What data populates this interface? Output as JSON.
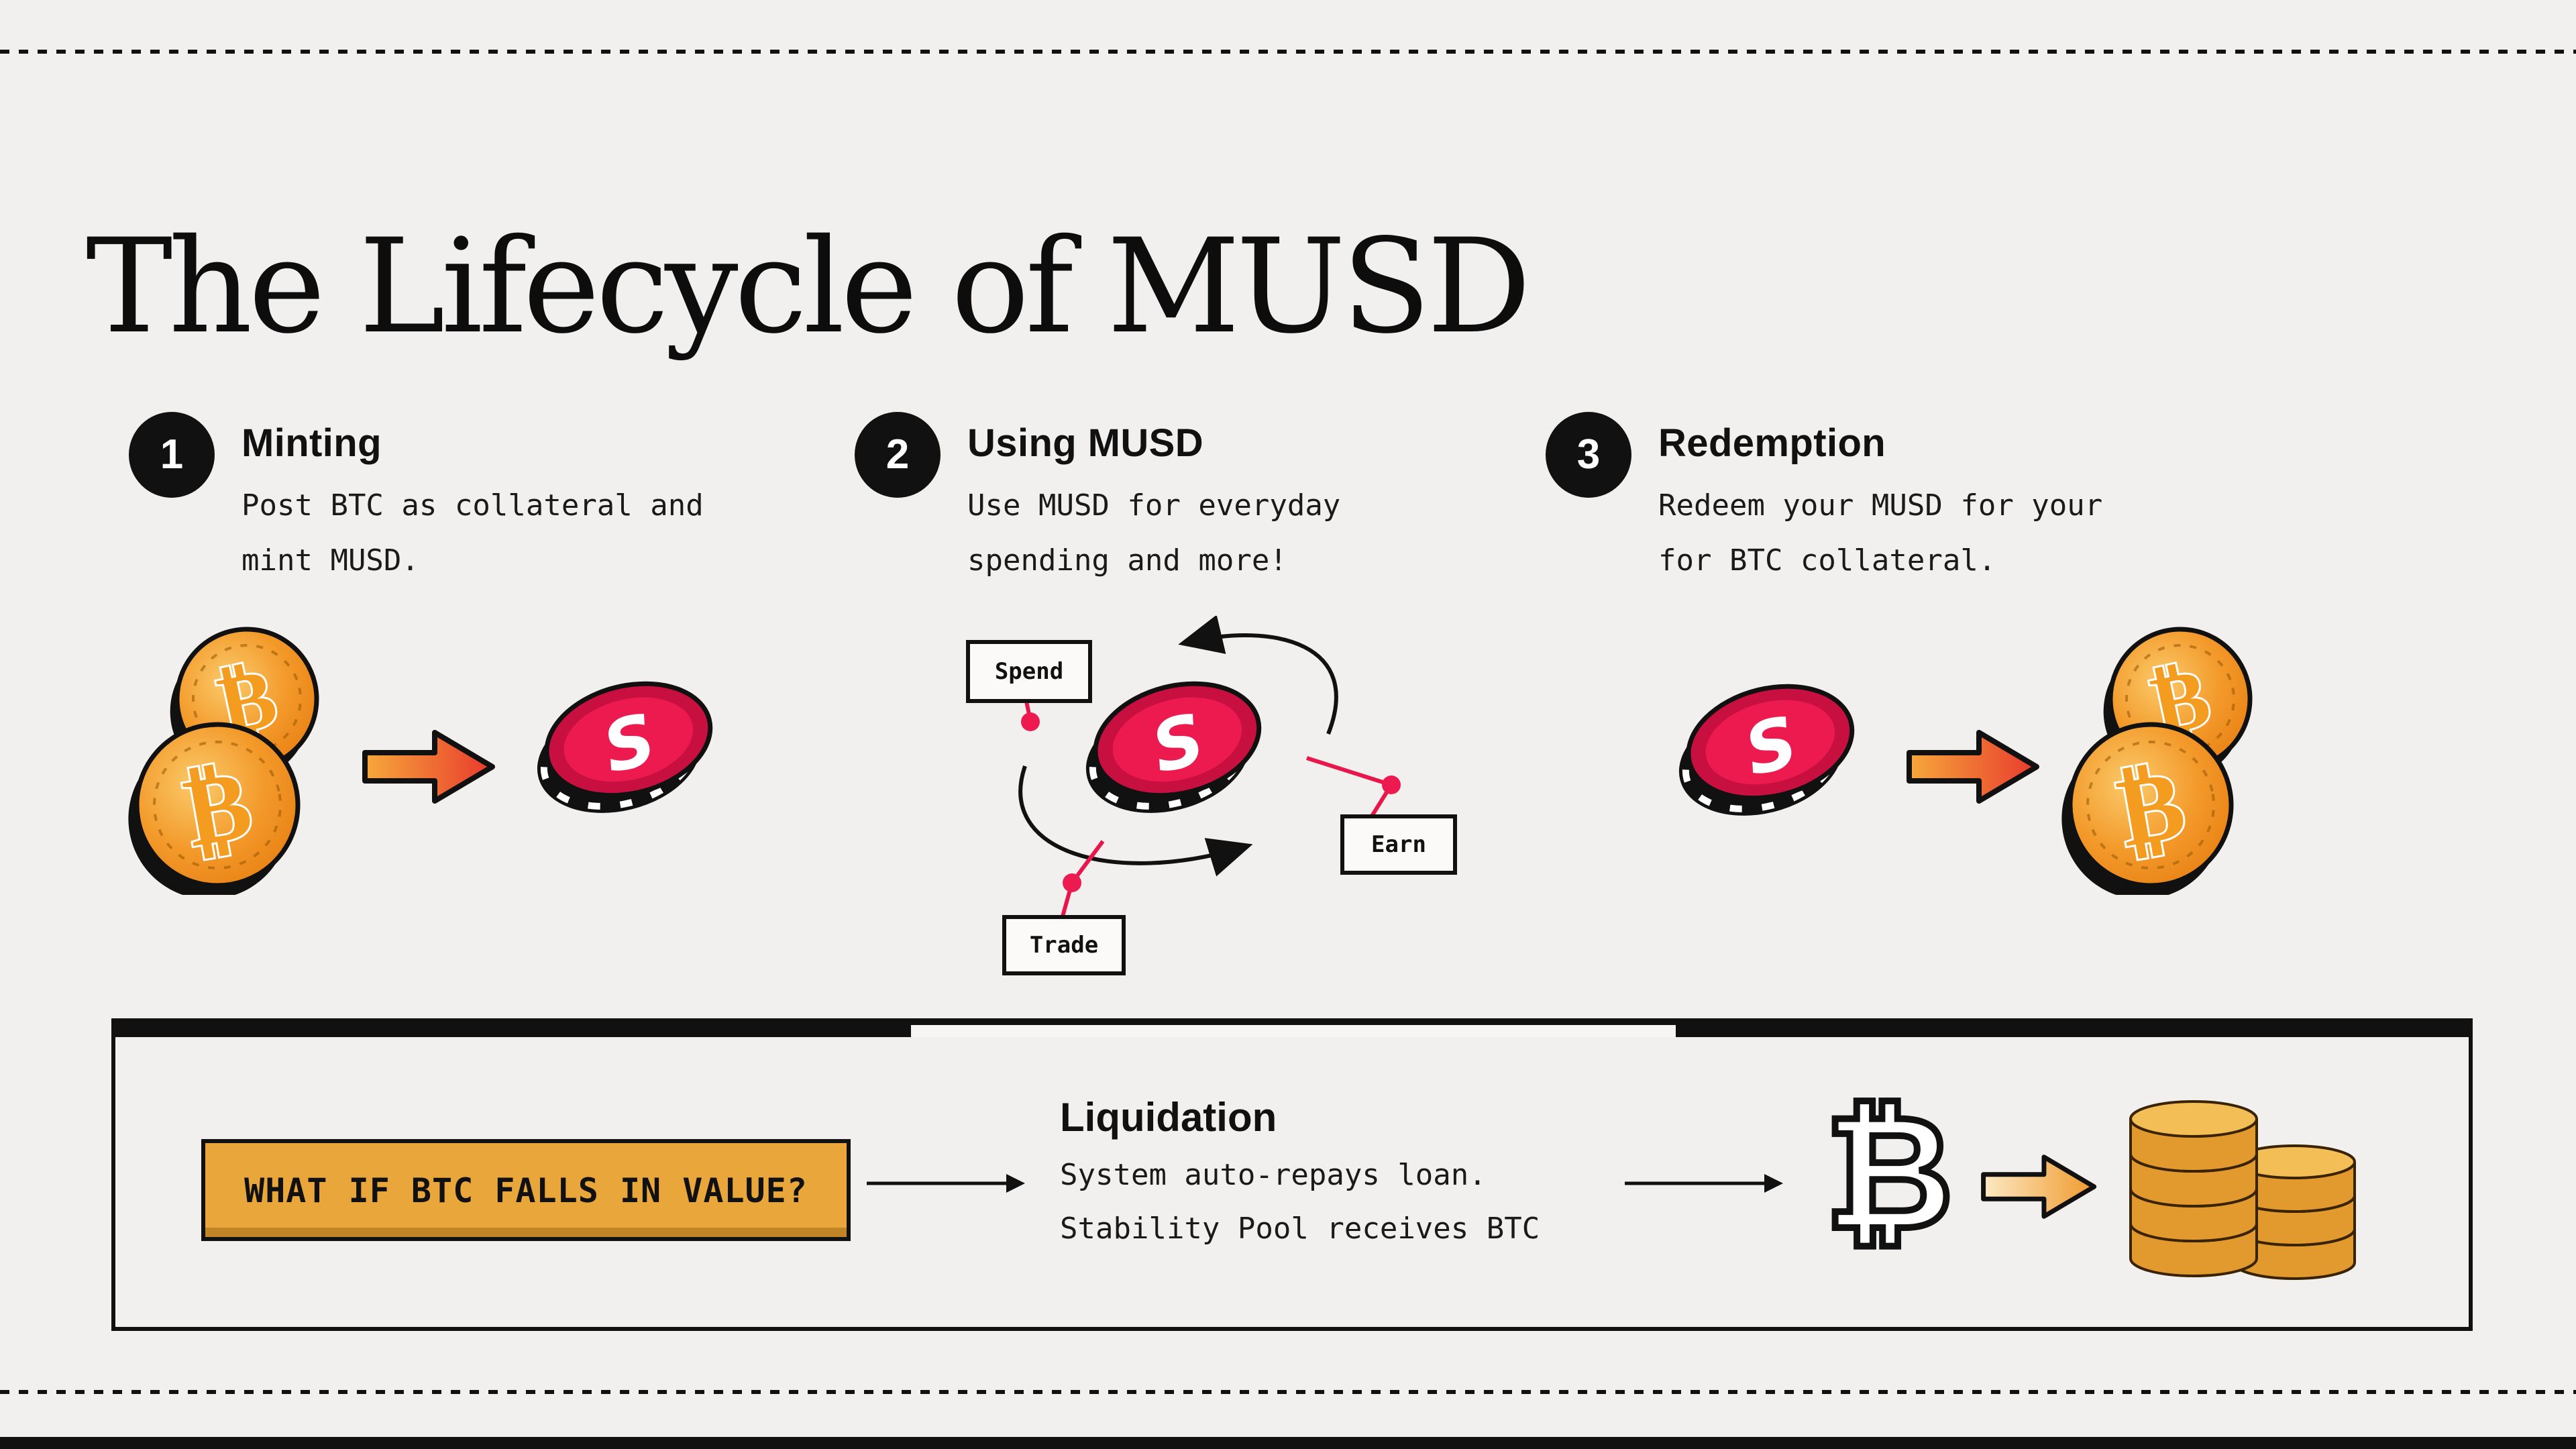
{
  "title": "The Lifecycle of MUSD",
  "steps": [
    {
      "number": "1",
      "heading": "Minting",
      "line1": "Post BTC as collateral and",
      "line2": "mint MUSD."
    },
    {
      "number": "2",
      "heading": "Using MUSD",
      "line1": "Use MUSD for everyday",
      "line2": "spending and more!"
    },
    {
      "number": "3",
      "heading": "Redemption",
      "line1": "Redeem your MUSD for your",
      "line2": "for BTC collateral."
    }
  ],
  "orbit_labels": {
    "spend": "Spend",
    "earn": "Earn",
    "trade": "Trade"
  },
  "liquidation_panel": {
    "badge": "WHAT IF BTC FALLS IN VALUE?",
    "heading": "Liquidation",
    "line1": "System auto-repays loan.",
    "line2": "Stability Pool receives BTC"
  },
  "icons": {
    "btc_symbol": "₿",
    "musd_symbol": "S"
  },
  "colors": {
    "background": "#F1F0EE",
    "ink": "#111111",
    "musd_red": "#E8174B",
    "btc_orange": "#F39A2B",
    "badge_orange": "#E9A63B",
    "arrow_gradient_start": "#F6A83C",
    "arrow_gradient_end": "#E83A2C"
  }
}
